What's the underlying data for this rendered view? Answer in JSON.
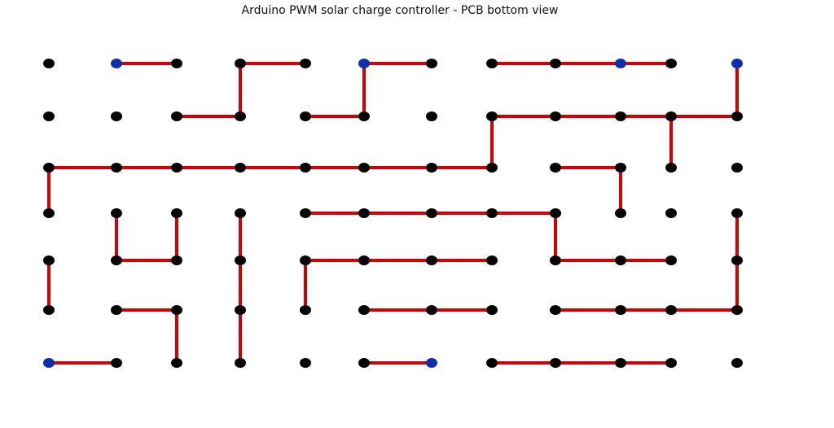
{
  "title": "Arduino PWM solar charge controller - PCB bottom view",
  "colors": {
    "trace": "#d40000",
    "pad": "#000000",
    "pad_highlight": "#0a2fb0",
    "background": "#ffffff"
  },
  "grid": {
    "columns": 12,
    "rows": 7
  },
  "highlighted_pads": [
    [
      0,
      1
    ],
    [
      0,
      5
    ],
    [
      0,
      9
    ],
    [
      0,
      11
    ],
    [
      6,
      0
    ],
    [
      6,
      6
    ]
  ],
  "traces": [
    [
      [
        0,
        1
      ],
      [
        0,
        2
      ]
    ],
    [
      [
        0,
        3
      ],
      [
        0,
        4
      ]
    ],
    [
      [
        0,
        3
      ],
      [
        1,
        3
      ]
    ],
    [
      [
        1,
        2
      ],
      [
        1,
        3
      ]
    ],
    [
      [
        0,
        5
      ],
      [
        0,
        6
      ]
    ],
    [
      [
        0,
        5
      ],
      [
        1,
        5
      ]
    ],
    [
      [
        1,
        4
      ],
      [
        1,
        5
      ]
    ],
    [
      [
        0,
        7
      ],
      [
        0,
        8
      ]
    ],
    [
      [
        0,
        8
      ],
      [
        0,
        9
      ]
    ],
    [
      [
        0,
        9
      ],
      [
        0,
        10
      ]
    ],
    [
      [
        0,
        11
      ],
      [
        1,
        11
      ]
    ],
    [
      [
        1,
        7
      ],
      [
        1,
        8
      ]
    ],
    [
      [
        1,
        8
      ],
      [
        1,
        9
      ]
    ],
    [
      [
        1,
        9
      ],
      [
        1,
        10
      ]
    ],
    [
      [
        1,
        10
      ],
      [
        1,
        11
      ]
    ],
    [
      [
        1,
        10
      ],
      [
        2,
        10
      ]
    ],
    [
      [
        1,
        7
      ],
      [
        2,
        7
      ]
    ],
    [
      [
        2,
        0
      ],
      [
        2,
        1
      ]
    ],
    [
      [
        2,
        1
      ],
      [
        2,
        2
      ]
    ],
    [
      [
        2,
        2
      ],
      [
        2,
        3
      ]
    ],
    [
      [
        2,
        3
      ],
      [
        2,
        4
      ]
    ],
    [
      [
        2,
        4
      ],
      [
        2,
        5
      ]
    ],
    [
      [
        2,
        5
      ],
      [
        2,
        6
      ]
    ],
    [
      [
        2,
        6
      ],
      [
        2,
        7
      ]
    ],
    [
      [
        2,
        0
      ],
      [
        3,
        0
      ]
    ],
    [
      [
        2,
        8
      ],
      [
        2,
        9
      ]
    ],
    [
      [
        2,
        9
      ],
      [
        3,
        9
      ]
    ],
    [
      [
        3,
        1
      ],
      [
        4,
        1
      ]
    ],
    [
      [
        4,
        1
      ],
      [
        4,
        2
      ]
    ],
    [
      [
        3,
        2
      ],
      [
        4,
        2
      ]
    ],
    [
      [
        3,
        3
      ],
      [
        4,
        3
      ]
    ],
    [
      [
        4,
        3
      ],
      [
        5,
        3
      ]
    ],
    [
      [
        5,
        3
      ],
      [
        6,
        3
      ]
    ],
    [
      [
        3,
        4
      ],
      [
        3,
        5
      ]
    ],
    [
      [
        3,
        5
      ],
      [
        3,
        6
      ]
    ],
    [
      [
        3,
        6
      ],
      [
        3,
        7
      ]
    ],
    [
      [
        3,
        7
      ],
      [
        3,
        8
      ]
    ],
    [
      [
        3,
        8
      ],
      [
        4,
        8
      ]
    ],
    [
      [
        4,
        8
      ],
      [
        4,
        9
      ]
    ],
    [
      [
        4,
        9
      ],
      [
        4,
        10
      ]
    ],
    [
      [
        3,
        11
      ],
      [
        4,
        11
      ]
    ],
    [
      [
        4,
        11
      ],
      [
        5,
        11
      ]
    ],
    [
      [
        4,
        0
      ],
      [
        5,
        0
      ]
    ],
    [
      [
        4,
        4
      ],
      [
        4,
        5
      ]
    ],
    [
      [
        4,
        5
      ],
      [
        4,
        6
      ]
    ],
    [
      [
        4,
        6
      ],
      [
        4,
        7
      ]
    ],
    [
      [
        4,
        4
      ],
      [
        5,
        4
      ]
    ],
    [
      [
        5,
        1
      ],
      [
        5,
        2
      ]
    ],
    [
      [
        5,
        2
      ],
      [
        6,
        2
      ]
    ],
    [
      [
        5,
        5
      ],
      [
        5,
        6
      ]
    ],
    [
      [
        5,
        6
      ],
      [
        5,
        7
      ]
    ],
    [
      [
        5,
        8
      ],
      [
        5,
        9
      ]
    ],
    [
      [
        5,
        9
      ],
      [
        5,
        10
      ]
    ],
    [
      [
        5,
        10
      ],
      [
        5,
        11
      ]
    ],
    [
      [
        6,
        0
      ],
      [
        6,
        1
      ]
    ],
    [
      [
        6,
        5
      ],
      [
        6,
        6
      ]
    ],
    [
      [
        6,
        7
      ],
      [
        6,
        8
      ]
    ],
    [
      [
        6,
        8
      ],
      [
        6,
        9
      ]
    ],
    [
      [
        6,
        9
      ],
      [
        6,
        10
      ]
    ]
  ]
}
